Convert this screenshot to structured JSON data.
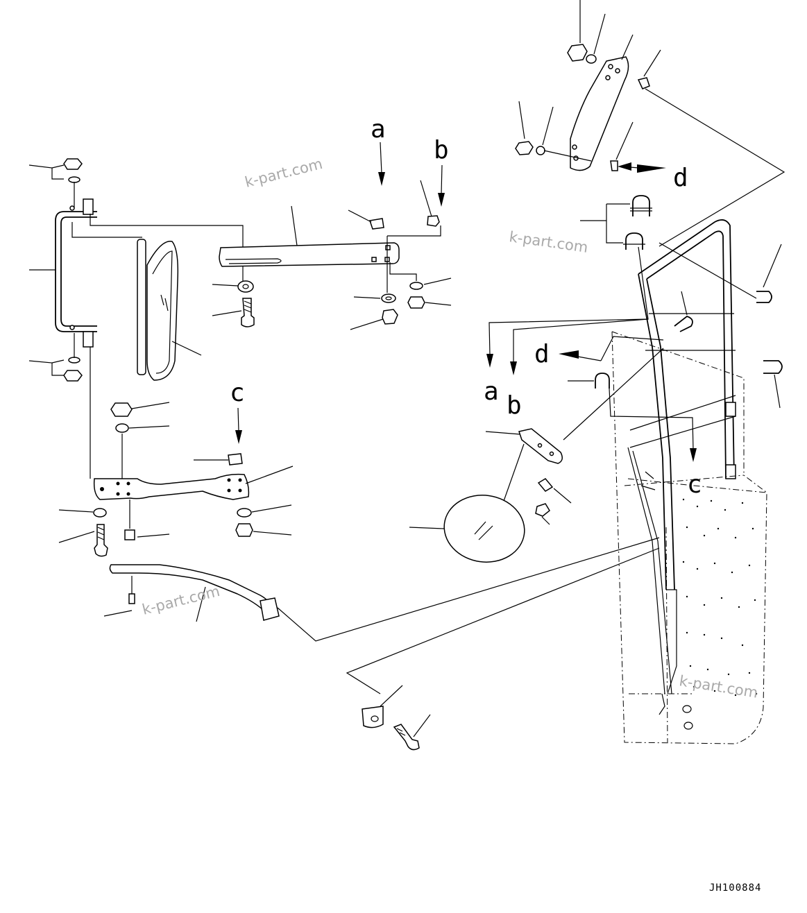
{
  "callouts": {
    "a_top": "a",
    "b_top": "b",
    "c_top": "c",
    "d_top": "d",
    "a_mid": "a",
    "b_mid": "b",
    "d_mid": "d",
    "c_mid": "c"
  },
  "watermarks": [
    "k-part.com",
    "k-part.com",
    "k-part.com",
    "k-part.com"
  ],
  "drawing_code": "JH100884"
}
